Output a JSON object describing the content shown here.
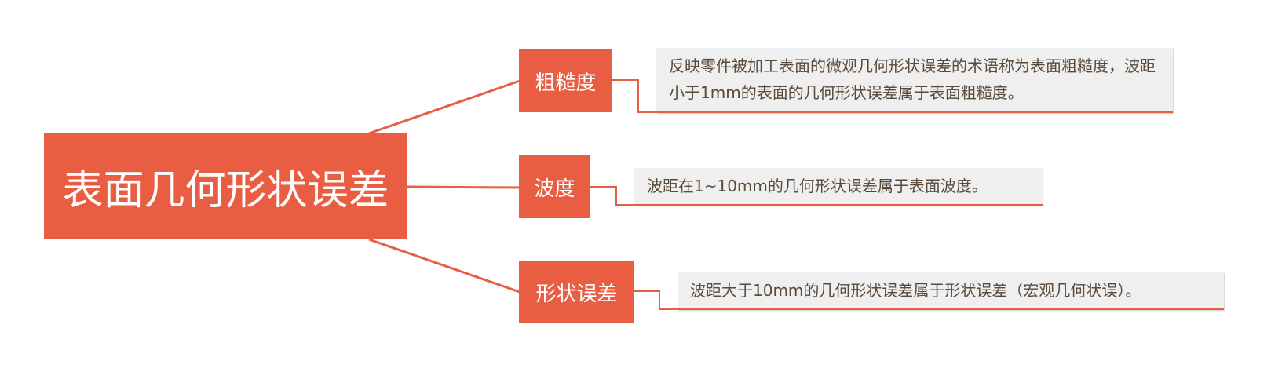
{
  "root": {
    "label": "表面几何形状误差"
  },
  "branches": [
    {
      "label": "粗糙度",
      "description": "反映零件被加工表面的微观几何形状误差的术语称为表面粗糙度，波距小于1mm的表面的几何形状误差属于表面粗糙度。"
    },
    {
      "label": "波度",
      "description": "波距在1~10mm的几何形状误差属于表面波度。"
    },
    {
      "label": "形状误差",
      "description": "波距大于10mm的几何形状误差属于形状误差（宏观几何状误）。"
    }
  ],
  "colors": {
    "node": "#e95e43",
    "description_bg": "#efefef",
    "description_text": "#5a4a3a"
  }
}
